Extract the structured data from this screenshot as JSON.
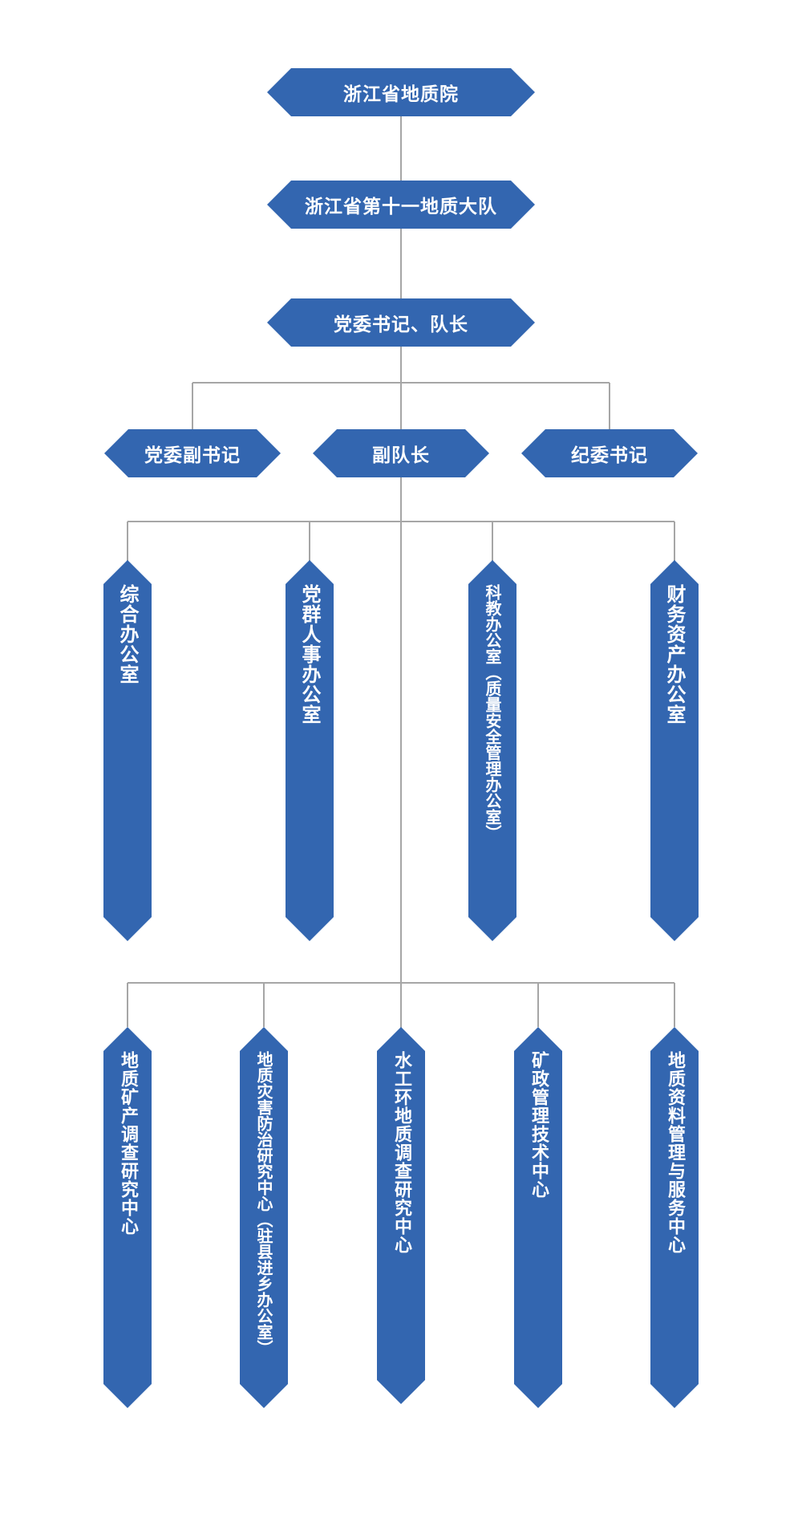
{
  "top": {
    "institute": "浙江省地质院",
    "brigade": "浙江省第十一地质大队",
    "leader": "党委书记、队长"
  },
  "leadership": [
    "党委副书记",
    "副队长",
    "纪委书记"
  ],
  "offices": [
    "综合办公室",
    "党群人事办公室",
    "科教办公室（质量安全管理办公室）",
    "财务资产办公室"
  ],
  "centers": [
    "地质矿产调查研究中心",
    "地质灾害防治研究中心（驻县进乡办公室）",
    "水工环地质调查研究中心",
    "矿政管理技术中心",
    "地质资料管理与服务中心"
  ],
  "colors": {
    "node_fill": "#3366b0",
    "node_text": "#ffffff",
    "connector": "#a6a6a6"
  }
}
